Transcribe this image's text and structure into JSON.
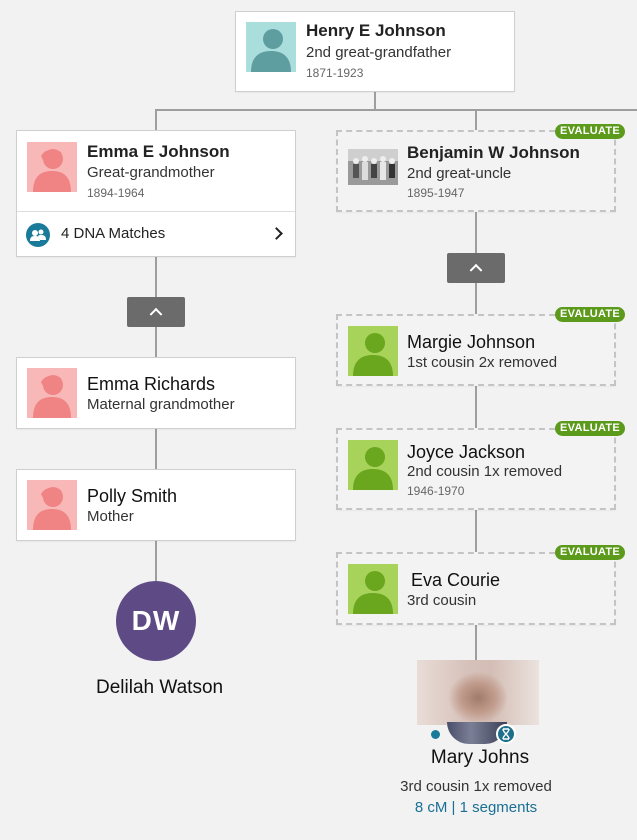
{
  "henry": {
    "name": "Henry E Johnson",
    "relationship": "2nd great-grandfather",
    "years": "1871-1923"
  },
  "emma_johnson": {
    "name": "Emma E Johnson",
    "relationship": "Great-grandmother",
    "years": "1894-1964",
    "dna_matches": "4 DNA Matches"
  },
  "benjamin": {
    "name": "Benjamin W Johnson",
    "relationship": "2nd great-uncle",
    "years": "1895-1947",
    "badge": "EVALUATE"
  },
  "emma_richards": {
    "name": "Emma Richards",
    "relationship": "Maternal grandmother"
  },
  "polly": {
    "name": "Polly Smith",
    "relationship": "Mother"
  },
  "delilah": {
    "initials": "DW",
    "name": "Delilah Watson"
  },
  "margie": {
    "name": "Margie Johnson",
    "relationship": "1st cousin 2x removed",
    "badge": "EVALUATE"
  },
  "joyce": {
    "name": "Joyce Jackson",
    "relationship": "2nd cousin 1x removed",
    "years": "1946-1970",
    "badge": "EVALUATE"
  },
  "eva": {
    "name": "Eva Courie",
    "relationship": "3rd cousin",
    "badge": "EVALUATE"
  },
  "mary": {
    "name": "Mary Johns",
    "relationship": "3rd cousin 1x removed",
    "cm": "8 cM",
    "separator": "|",
    "segments": "1 segments"
  },
  "colors": {
    "female": "#f08484",
    "female_bg": "#f9b8b8",
    "male": "#5f9ea0",
    "male_bg": "#a9dedd",
    "match": "#6aa61e",
    "match_bg": "#a7d35a",
    "evaluate": "#5c9a1b",
    "dw": "#5e4b86",
    "link": "#1a6f95"
  },
  "icons": [
    "male-silhouette-icon",
    "female-silhouette-icon",
    "match-silhouette-icon",
    "dna-matches-icon",
    "chevron-right-icon",
    "chevron-up-icon",
    "dna-helix-icon",
    "family-photo-icon"
  ]
}
